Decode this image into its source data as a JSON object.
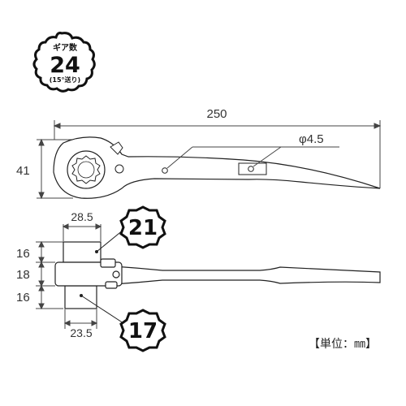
{
  "gear_badge": {
    "label": "ギア数",
    "value": "24",
    "note": "(15°送り)"
  },
  "side_view": {
    "length": "250",
    "height": "41",
    "hole_diameter": "φ4.5"
  },
  "top_view": {
    "dim_top_width": "28.5",
    "dim_bottom_width": "23.5",
    "dim_upper": "16",
    "dim_middle": "18",
    "dim_lower": "16",
    "socket_large": "21",
    "socket_small": "17"
  },
  "unit_label": "【単位：㎜】",
  "colors": {
    "line": "#444444",
    "tool_fill": "#ffffff",
    "badge_stroke": "#111111"
  }
}
